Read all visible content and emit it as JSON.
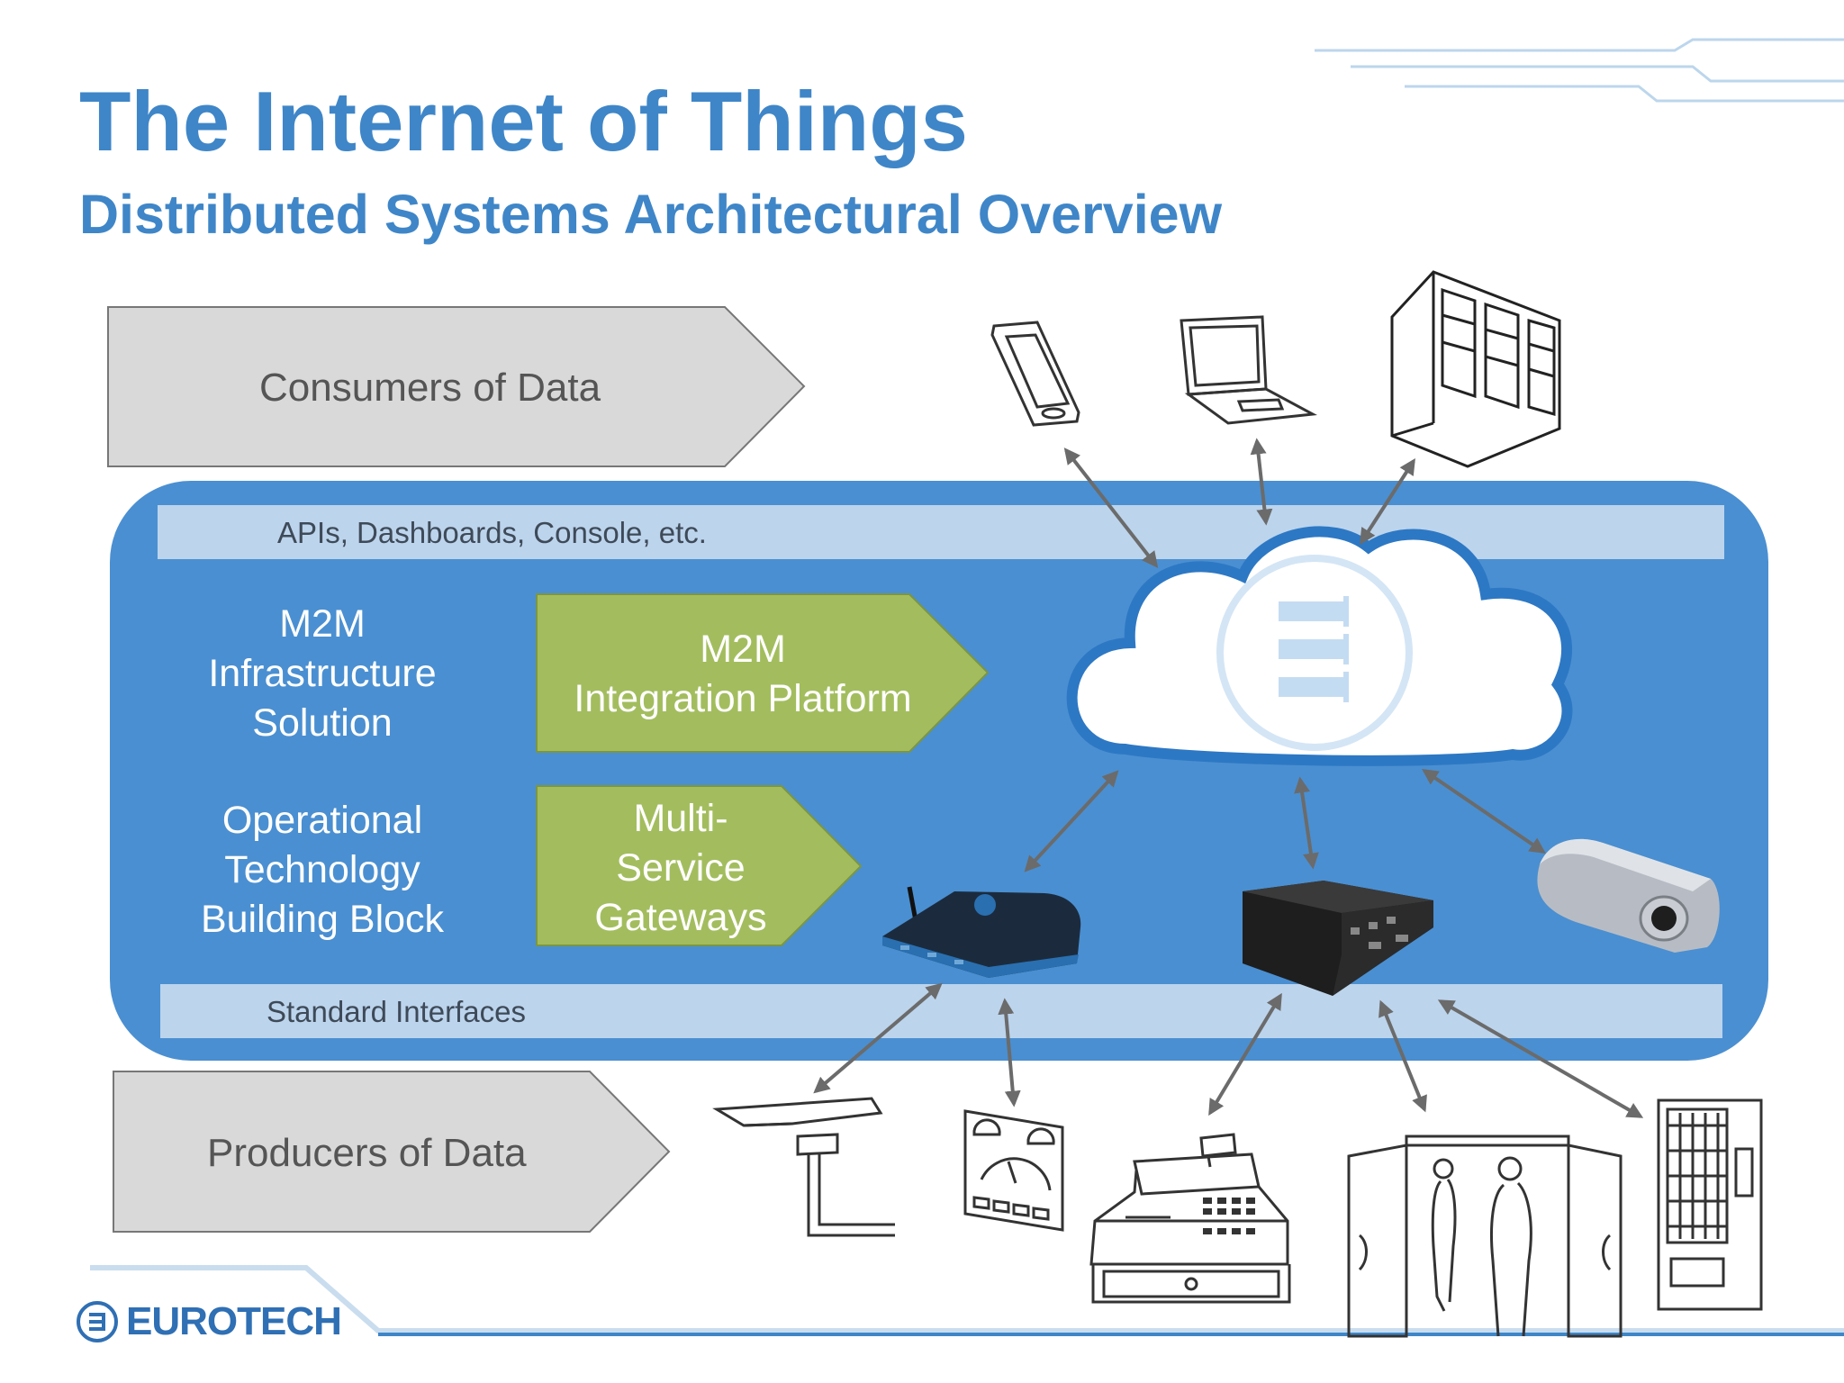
{
  "header": {
    "title": "The Internet of Things",
    "subtitle": "Distributed Systems Architectural Overview"
  },
  "layers": {
    "consumers_label": "Consumers of Data",
    "producers_label": "Producers of Data",
    "apis_band": "APIs, Dashboards, Console, etc.",
    "standard_band": "Standard Interfaces",
    "m2m_infrastructure": [
      "M2M",
      "Infrastructure",
      "Solution"
    ],
    "operational_technology": [
      "Operational",
      "Technology",
      "Building Block"
    ],
    "m2m_platform": [
      "M2M",
      "Integration Platform"
    ],
    "gateways": [
      "Multi-",
      "Service",
      "Gateways"
    ]
  },
  "devices": {
    "consumers": [
      "smartphone-icon",
      "laptop-icon",
      "server-rack-icon"
    ],
    "gateways": [
      "wireless-gateway-icon",
      "industrial-computer-icon",
      "camera-icon"
    ],
    "producers": [
      "street-light-icon",
      "meter-panel-icon",
      "cash-register-icon",
      "automatic-door-icon",
      "vending-machine-icon"
    ]
  },
  "brand": {
    "name": "EUROTECH"
  },
  "colors": {
    "title": "#3f86c8",
    "main_panel": "#4a8fd1",
    "band": "#bcd4ec",
    "green_arrow": "#a3bd5e",
    "gray_arrow": "#d7d7d7",
    "connector": "#6b6b6b"
  }
}
